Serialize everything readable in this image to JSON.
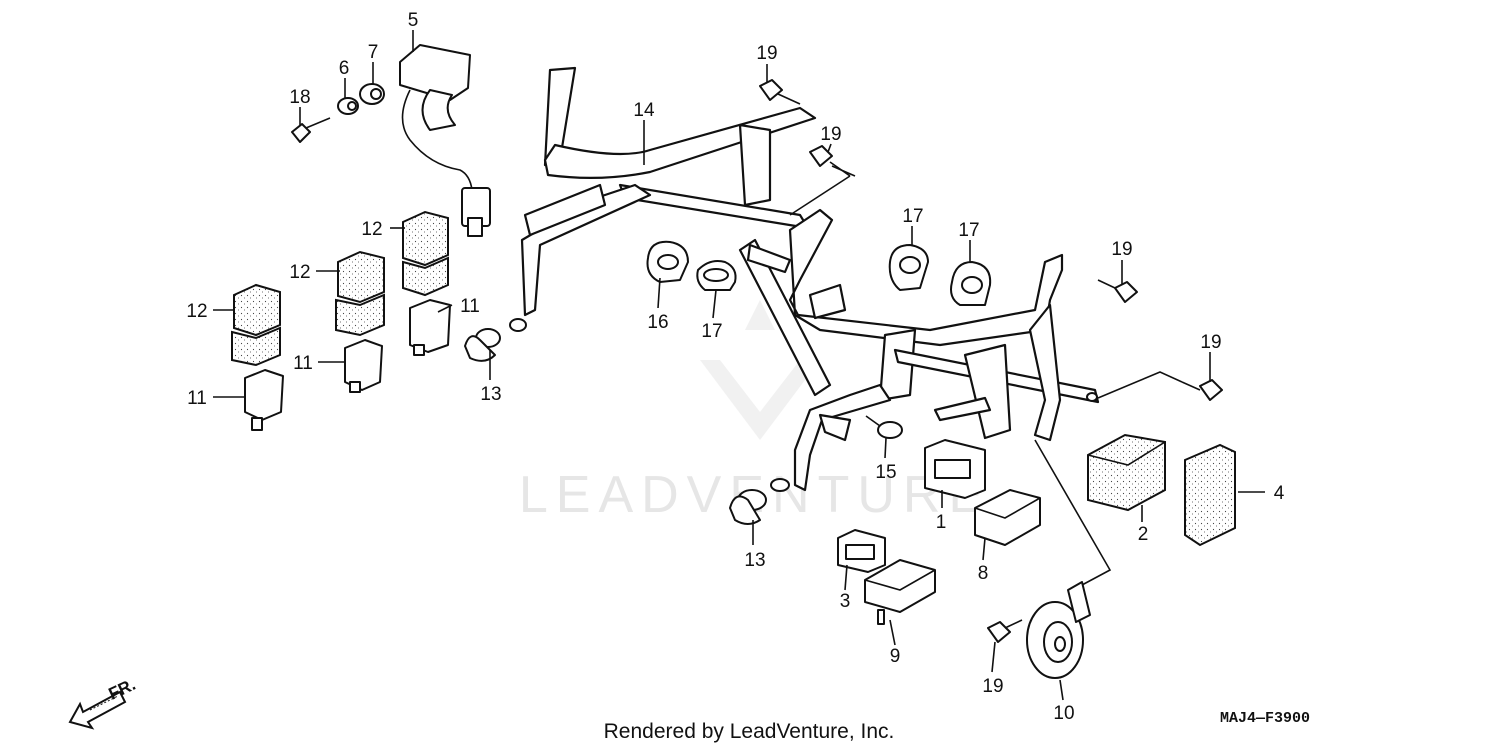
{
  "diagram": {
    "watermark": "LEADVENTURE",
    "footer": "Rendered by LeadVenture, Inc.",
    "code": "MAJ4—F3900",
    "direction_marker": "FR.",
    "callouts": {
      "c1": "1",
      "c2": "2",
      "c3": "3",
      "c4": "4",
      "c5": "5",
      "c6": "6",
      "c7": "7",
      "c8": "8",
      "c9": "9",
      "c10": "10",
      "c11a": "11",
      "c11b": "11",
      "c11c": "11",
      "c12a": "12",
      "c12b": "12",
      "c12c": "12",
      "c13a": "13",
      "c13b": "13",
      "c14": "14",
      "c15": "15",
      "c16": "16",
      "c17a": "17",
      "c17b": "17",
      "c17c": "17",
      "c18": "18",
      "c19a": "19",
      "c19b": "19",
      "c19c": "19",
      "c19d": "19",
      "c19e": "19"
    }
  }
}
